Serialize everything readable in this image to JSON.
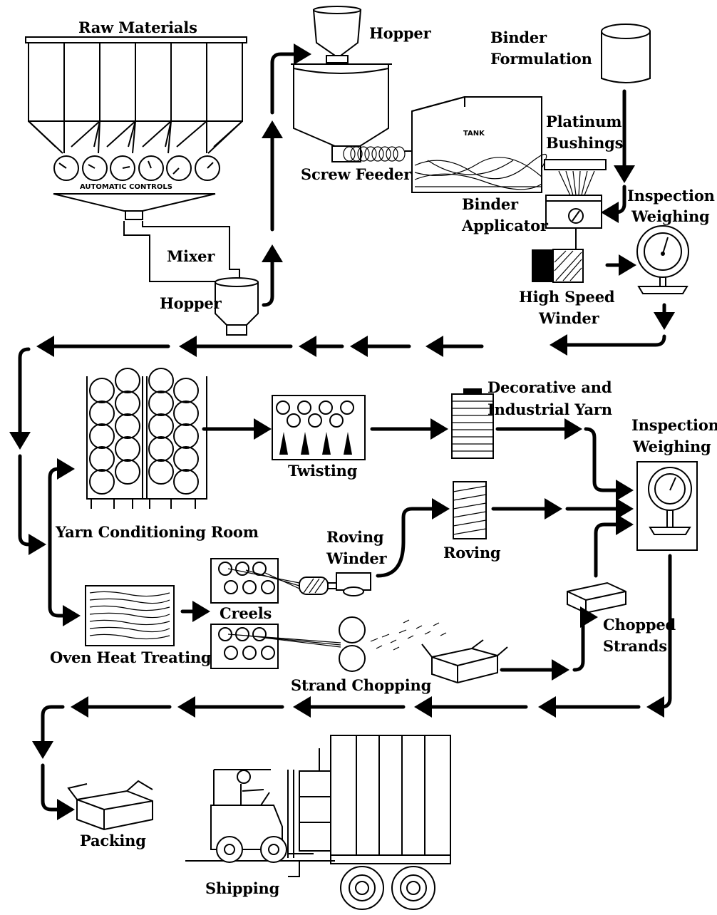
{
  "labels": {
    "raw_materials": "Raw Materials",
    "automatic_controls": "AUTOMATIC CONTROLS",
    "mixer": "Mixer",
    "hopper_bottom": "Hopper",
    "hopper_top": "Hopper",
    "screw_feeder": "Screw Feeder",
    "tank": "TANK",
    "binder_formulation_1": "Binder",
    "binder_formulation_2": "Formulation",
    "platinum_bushings_1": "Platinum",
    "platinum_bushings_2": "Bushings",
    "inspection_weighing_top_1": "Inspection",
    "inspection_weighing_top_2": "Weighing",
    "binder_applicator_1": "Binder",
    "binder_applicator_2": "Applicator",
    "high_speed_winder_1": "High Speed",
    "high_speed_winder_2": "Winder",
    "yarn_conditioning_room": "Yarn Conditioning Room",
    "twisting": "Twisting",
    "decorative_yarn_1": "Decorative and",
    "decorative_yarn_2": "Industrial Yarn",
    "inspection_weighing_mid_1": "Inspection",
    "inspection_weighing_mid_2": "Weighing",
    "roving_winder_1": "Roving",
    "roving_winder_2": "Winder",
    "roving": "Roving",
    "creels": "Creels",
    "oven_heat_treating": "Oven Heat Treating",
    "strand_chopping": "Strand Chopping",
    "chopped_strands_1": "Chopped",
    "chopped_strands_2": "Strands",
    "packing": "Packing",
    "shipping": "Shipping"
  }
}
